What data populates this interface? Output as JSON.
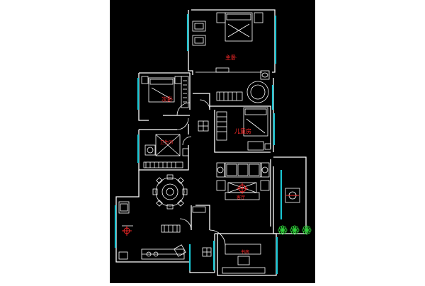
{
  "plan": {
    "background": "#000000",
    "wall_color": "#ffffff",
    "window_color": "#19c7d4",
    "label_color": "#ff2a2a",
    "plant_color": "#2fd13a",
    "rooms": [
      {
        "key": "master_bedroom",
        "label": "主卧"
      },
      {
        "key": "second_bedroom",
        "label": "次卧"
      },
      {
        "key": "kids_room",
        "label": "儿童房"
      },
      {
        "key": "bathroom",
        "label": "卫生间"
      },
      {
        "key": "living_room",
        "label": "客厅"
      },
      {
        "key": "study",
        "label": "书房"
      }
    ],
    "balcony_plants": 3
  }
}
